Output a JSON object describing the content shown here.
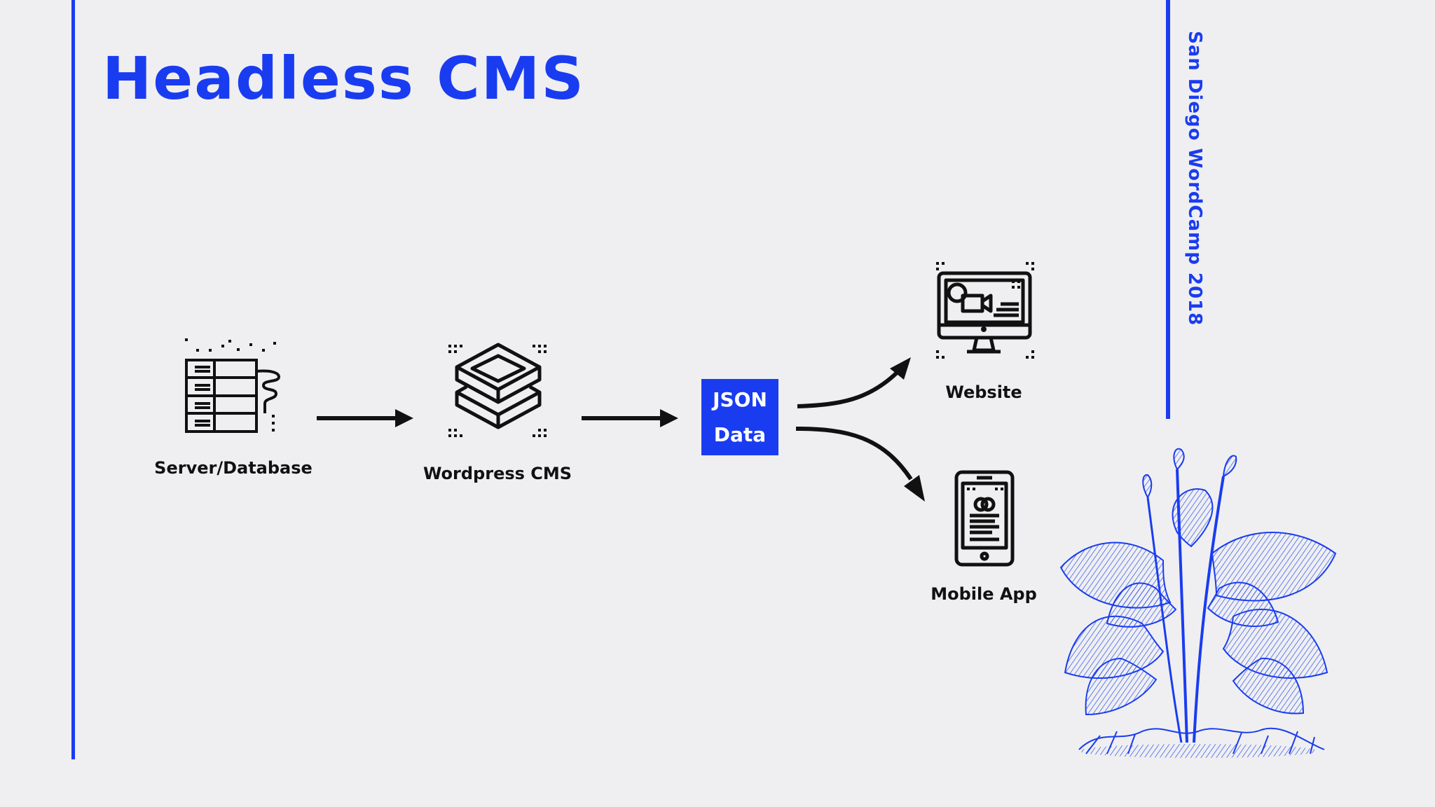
{
  "slide": {
    "title": "Headless CMS",
    "side_label": "San Diego WordCamp 2018"
  },
  "colors": {
    "accent": "#1a3cf0",
    "background": "#efeff1",
    "ink": "#111111"
  },
  "diagram": {
    "nodes": [
      {
        "id": "server",
        "label": "Server/Database",
        "icon": "server-database-icon"
      },
      {
        "id": "cms",
        "label": "Wordpress CMS",
        "icon": "layers-icon"
      },
      {
        "id": "json",
        "label_line1": "JSON",
        "label_line2": "Data"
      },
      {
        "id": "website",
        "label": "Website",
        "icon": "desktop-monitor-icon"
      },
      {
        "id": "mobile",
        "label": "Mobile App",
        "icon": "smartphone-icon"
      }
    ],
    "edges": [
      {
        "from": "server",
        "to": "cms"
      },
      {
        "from": "cms",
        "to": "json"
      },
      {
        "from": "json",
        "to": "website"
      },
      {
        "from": "json",
        "to": "mobile"
      }
    ]
  },
  "decoration": {
    "illustration": "taro-plant-illustration"
  }
}
